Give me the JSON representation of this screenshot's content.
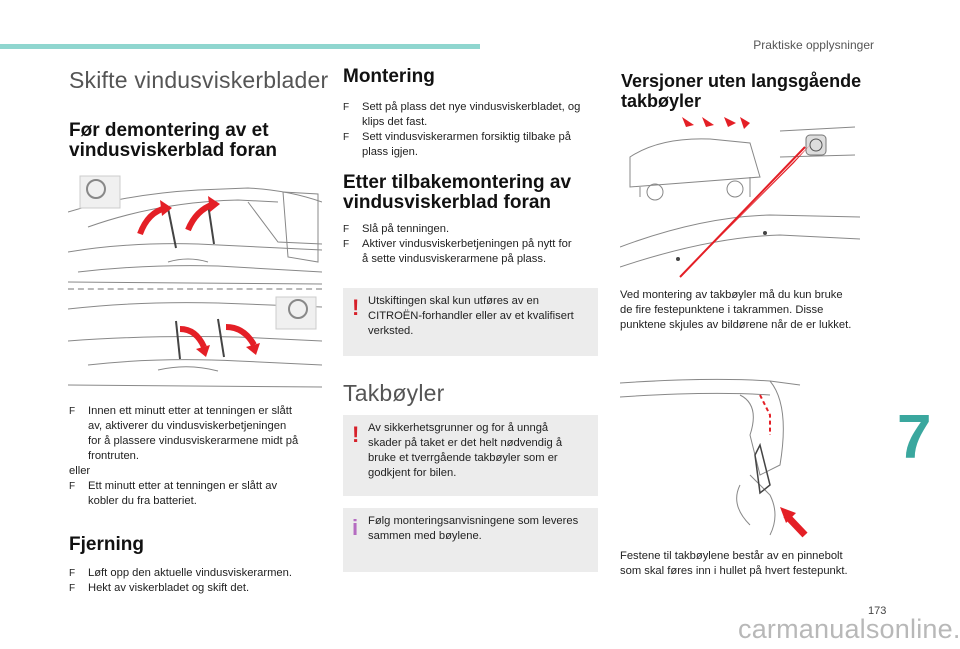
{
  "header": {
    "title": "Praktiske opplysninger"
  },
  "col1": {
    "page_title": "Skifte vindusviskerblader",
    "h_remove_before_l1": "Før demontering av et",
    "h_remove_before_l2": "vindusviskerblad foran",
    "bullet1_l1": "Innen ett minutt etter at tenningen er slått",
    "bullet1_l2": "av, aktiverer du vindusviskerbetjeningen",
    "bullet1_l3": "for å plassere vindusviskerarmene midt på",
    "bullet1_l4": "frontruten.",
    "or_text": "eller",
    "bullet2_l1": "Ett minutt etter at tenningen er slått av",
    "bullet2_l2": "kobler du fra batteriet.",
    "h_removal": "Fjerning",
    "removal_b1": "Løft opp den aktuelle vindusviskerarmen.",
    "removal_b2": "Hekt av viskerbladet og skift det."
  },
  "col2": {
    "h_mounting": "Montering",
    "mount_b1_l1": "Sett på plass det nye vindusviskerbladet, og",
    "mount_b1_l2": "klips det fast.",
    "mount_b2_l1": "Sett vindusviskerarmen forsiktig tilbake på",
    "mount_b2_l2": "plass igjen.",
    "h_after_l1": "Etter tilbakemontering av",
    "h_after_l2": "vindusviskerblad foran",
    "after_b1": "Slå på tenningen.",
    "after_b2_l1": "Aktiver vindusviskerbetjeningen på nytt for",
    "after_b2_l2": "å sette vindusviskerarmene på plass.",
    "notice1_l1": "Utskiftingen skal kun utføres av en",
    "notice1_l2": "CITROËN-forhandler eller av et kvalifisert",
    "notice1_l3": "verksted.",
    "h_roofbars": "Takbøyler",
    "notice2_l1": "Av sikkerhetsgrunner og for å unngå",
    "notice2_l2": "skader på taket er det helt nødvendig å",
    "notice2_l3": "bruke et tverrgående takbøyler som er",
    "notice2_l4": "godkjent for bilen.",
    "notice3_l1": "Følg monteringsanvisningene som leveres",
    "notice3_l2": "sammen med bøylene."
  },
  "col3": {
    "h_versions_l1": "Versjoner uten langsgående",
    "h_versions_l2": "takbøyler",
    "p1_l1": "Ved montering av takbøyler må du kun bruke",
    "p1_l2": "de fire festepunktene i takrammen. Disse",
    "p1_l3": "punktene skjules av bildørene når de er lukket.",
    "p2_l1": "Festene til takbøylene består av en pinnebolt",
    "p2_l2": "som skal føres inn i hullet på hvert festepunkt."
  },
  "notice_marks": {
    "warning": "!",
    "info": "i"
  },
  "chapter_number": "7",
  "page_number": "173",
  "watermark": "carmanualsonline.info",
  "colors": {
    "accent": "#8fd6cf",
    "chapter": "#3aa79e",
    "warning": "#d6202a",
    "info": "#b56cc1",
    "arrow": "#e41f26"
  }
}
